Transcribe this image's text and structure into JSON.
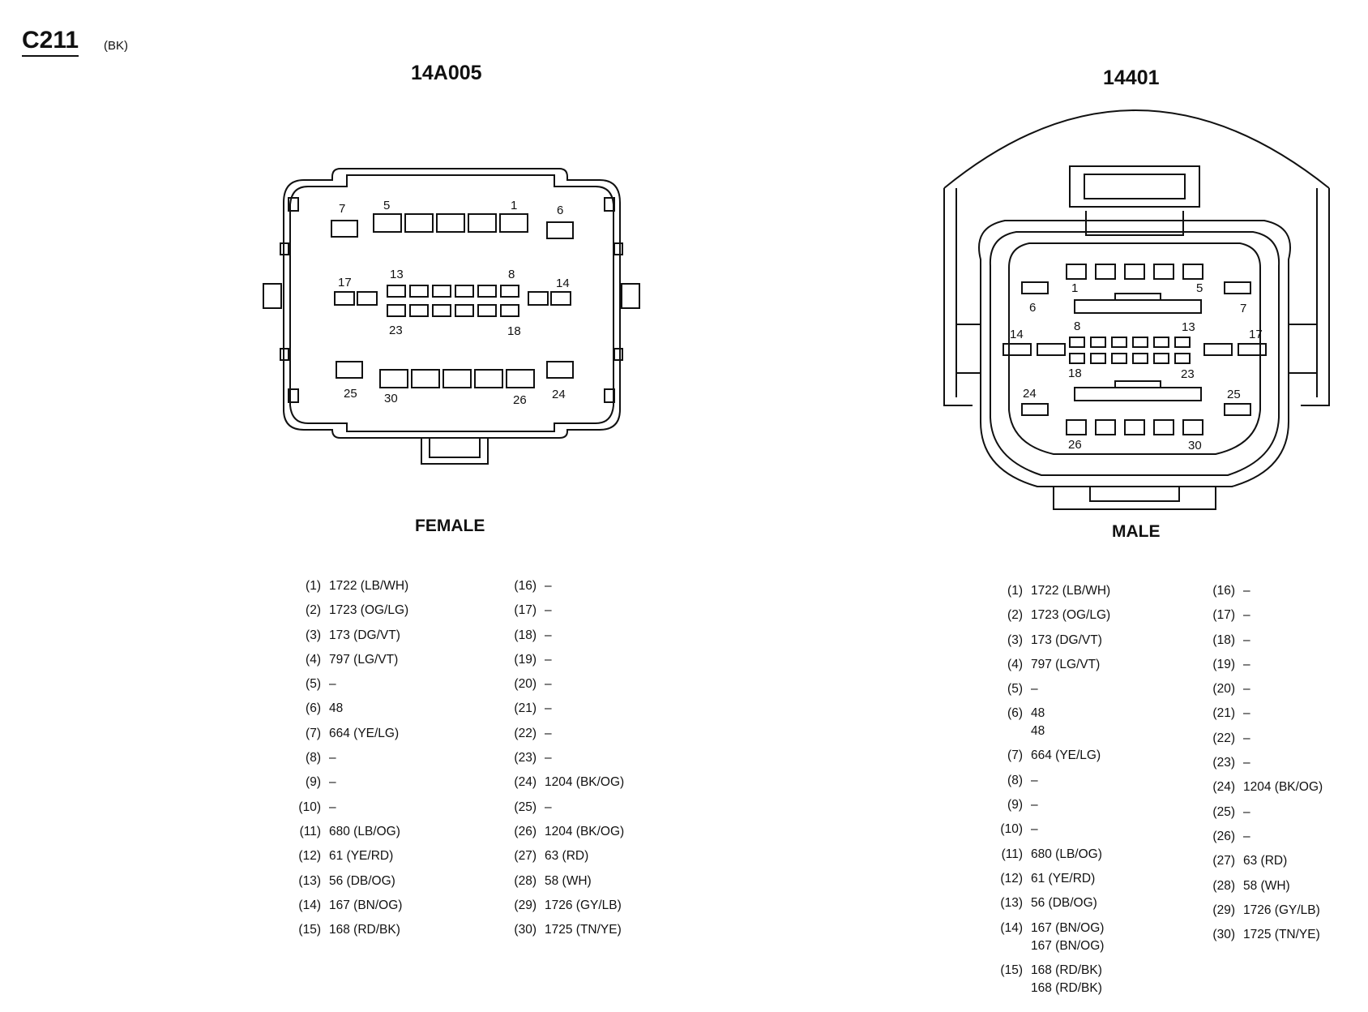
{
  "connector": {
    "id": "C211",
    "color": "(BK)"
  },
  "left": {
    "part": "14A005",
    "gender": "FEMALE",
    "pin_labels": {
      "p7": "7",
      "p5": "5",
      "p1": "1",
      "p6": "6",
      "p17": "17",
      "p13": "13",
      "p8": "8",
      "p14": "14",
      "p23": "23",
      "p18": "18",
      "p25": "25",
      "p30": "30",
      "p26": "26",
      "p24": "24"
    },
    "col1": [
      {
        "pin": "(1)",
        "c": [
          "1722 (LB/WH)"
        ]
      },
      {
        "pin": "(2)",
        "c": [
          "1723 (OG/LG)"
        ]
      },
      {
        "pin": "(3)",
        "c": [
          "173 (DG/VT)"
        ]
      },
      {
        "pin": "(4)",
        "c": [
          "797 (LG/VT)"
        ]
      },
      {
        "pin": "(5)",
        "c": [
          "–"
        ]
      },
      {
        "pin": "(6)",
        "c": [
          "48"
        ]
      },
      {
        "pin": "(7)",
        "c": [
          "664 (YE/LG)"
        ]
      },
      {
        "pin": "(8)",
        "c": [
          "–"
        ]
      },
      {
        "pin": "(9)",
        "c": [
          "–"
        ]
      },
      {
        "pin": "(10)",
        "c": [
          "–"
        ]
      },
      {
        "pin": "(11)",
        "c": [
          "680 (LB/OG)"
        ]
      },
      {
        "pin": "(12)",
        "c": [
          "61 (YE/RD)"
        ]
      },
      {
        "pin": "(13)",
        "c": [
          "56 (DB/OG)"
        ]
      },
      {
        "pin": "(14)",
        "c": [
          "167 (BN/OG)"
        ]
      },
      {
        "pin": "(15)",
        "c": [
          "168 (RD/BK)"
        ]
      }
    ],
    "col2": [
      {
        "pin": "(16)",
        "c": [
          "–"
        ]
      },
      {
        "pin": "(17)",
        "c": [
          "–"
        ]
      },
      {
        "pin": "(18)",
        "c": [
          "–"
        ]
      },
      {
        "pin": "(19)",
        "c": [
          "–"
        ]
      },
      {
        "pin": "(20)",
        "c": [
          "–"
        ]
      },
      {
        "pin": "(21)",
        "c": [
          "–"
        ]
      },
      {
        "pin": "(22)",
        "c": [
          "–"
        ]
      },
      {
        "pin": "(23)",
        "c": [
          "–"
        ]
      },
      {
        "pin": "(24)",
        "c": [
          "1204 (BK/OG)"
        ]
      },
      {
        "pin": "(25)",
        "c": [
          "–"
        ]
      },
      {
        "pin": "(26)",
        "c": [
          "1204 (BK/OG)"
        ]
      },
      {
        "pin": "(27)",
        "c": [
          "63 (RD)"
        ]
      },
      {
        "pin": "(28)",
        "c": [
          "58 (WH)"
        ]
      },
      {
        "pin": "(29)",
        "c": [
          "1726 (GY/LB)"
        ]
      },
      {
        "pin": "(30)",
        "c": [
          "1725 (TN/YE)"
        ]
      }
    ]
  },
  "right": {
    "part": "14401",
    "gender": "MALE",
    "pin_labels": {
      "p1": "1",
      "p5": "5",
      "p6": "6",
      "p7": "7",
      "p14": "14",
      "p8": "8",
      "p13": "13",
      "p17": "17",
      "p18": "18",
      "p23": "23",
      "p24": "24",
      "p25": "25",
      "p26": "26",
      "p30": "30"
    },
    "col1": [
      {
        "pin": "(1)",
        "c": [
          "1722 (LB/WH)"
        ]
      },
      {
        "pin": "(2)",
        "c": [
          "1723 (OG/LG)"
        ]
      },
      {
        "pin": "(3)",
        "c": [
          "173 (DG/VT)"
        ]
      },
      {
        "pin": "(4)",
        "c": [
          "797 (LG/VT)"
        ]
      },
      {
        "pin": "(5)",
        "c": [
          "–"
        ]
      },
      {
        "pin": "(6)",
        "c": [
          "48",
          "48"
        ]
      },
      {
        "pin": "(7)",
        "c": [
          "664 (YE/LG)"
        ]
      },
      {
        "pin": "(8)",
        "c": [
          "–"
        ]
      },
      {
        "pin": "(9)",
        "c": [
          "–"
        ]
      },
      {
        "pin": "(10)",
        "c": [
          "–"
        ]
      },
      {
        "pin": "(11)",
        "c": [
          "680 (LB/OG)"
        ]
      },
      {
        "pin": "(12)",
        "c": [
          "61 (YE/RD)"
        ]
      },
      {
        "pin": "(13)",
        "c": [
          "56 (DB/OG)"
        ]
      },
      {
        "pin": "(14)",
        "c": [
          "167 (BN/OG)",
          "167 (BN/OG)"
        ]
      },
      {
        "pin": "(15)",
        "c": [
          "168 (RD/BK)",
          "168 (RD/BK)"
        ]
      }
    ],
    "col2": [
      {
        "pin": "(16)",
        "c": [
          "–"
        ]
      },
      {
        "pin": "(17)",
        "c": [
          "–"
        ]
      },
      {
        "pin": "(18)",
        "c": [
          "–"
        ]
      },
      {
        "pin": "(19)",
        "c": [
          "–"
        ]
      },
      {
        "pin": "(20)",
        "c": [
          "–"
        ]
      },
      {
        "pin": "(21)",
        "c": [
          "–"
        ]
      },
      {
        "pin": "(22)",
        "c": [
          "–"
        ]
      },
      {
        "pin": "(23)",
        "c": [
          "–"
        ]
      },
      {
        "pin": "(24)",
        "c": [
          "1204 (BK/OG)"
        ]
      },
      {
        "pin": "(25)",
        "c": [
          "–"
        ]
      },
      {
        "pin": "(26)",
        "c": [
          "–"
        ]
      },
      {
        "pin": "(27)",
        "c": [
          "63 (RD)"
        ]
      },
      {
        "pin": "(28)",
        "c": [
          "58 (WH)"
        ]
      },
      {
        "pin": "(29)",
        "c": [
          "1726 (GY/LB)"
        ]
      },
      {
        "pin": "(30)",
        "c": [
          "1725 (TN/YE)"
        ]
      }
    ]
  }
}
